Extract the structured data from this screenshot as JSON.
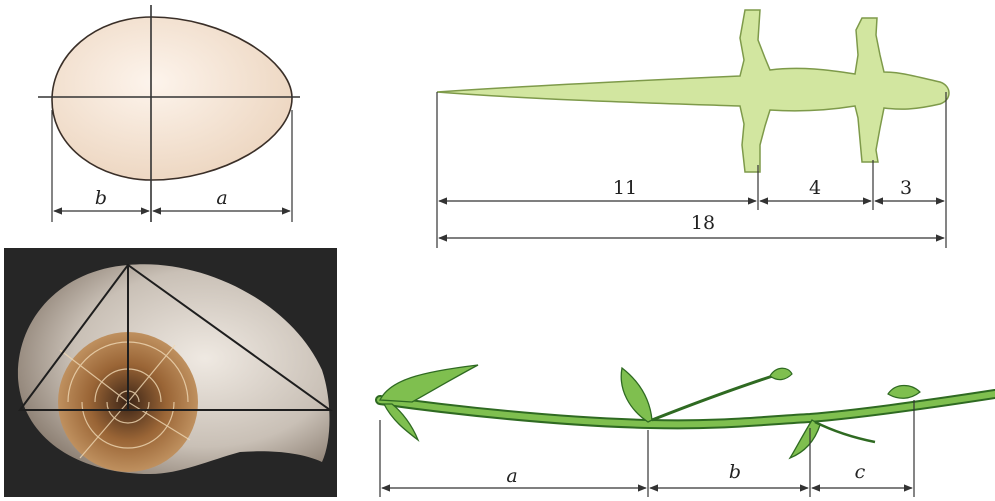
{
  "egg": {
    "labels": {
      "b": "b",
      "a": "a"
    },
    "colors": {
      "shell_light": "#fcf0e6",
      "shell_dark": "#ead3bd",
      "outline": "#3a2f28"
    }
  },
  "lizard": {
    "labels": {
      "tail": "11",
      "body": "4",
      "head": "3",
      "total": "18"
    },
    "colors": {
      "fill": "#d2e6a0",
      "outline": "#7e9a4a"
    }
  },
  "nautilus": {
    "colors": {
      "background": "#262626",
      "shell_pearl": "#d9d2c9",
      "shell_brown": "#8a5a34"
    }
  },
  "branch": {
    "labels": {
      "a": "a",
      "b": "b",
      "c": "c"
    },
    "colors": {
      "stem": "#7fbf4f",
      "stem_outline": "#2f6a22"
    }
  },
  "colors": {
    "dimension_line": "#333333"
  }
}
